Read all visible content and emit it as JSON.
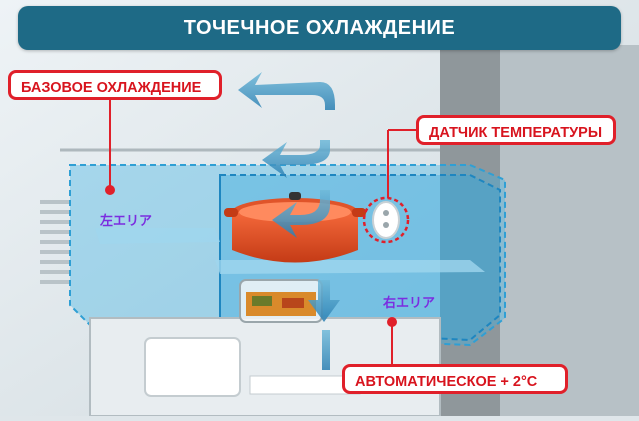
{
  "title": "ТОЧЕЧНОЕ ОХЛАЖДЕНИЕ",
  "labels": {
    "basic_cooling": "БАЗОВОЕ ОХЛАЖДЕНИЕ",
    "temp_sensor": "ДАТЧИК ТЕМПЕРАТУРЫ",
    "auto_temp": "АВТОМАТИЧЕСКОЕ + 2°C"
  },
  "zones": {
    "left": "左エリア",
    "right": "右エリア"
  },
  "colors": {
    "title_bg": "#1e6a86",
    "label_border": "#e0202a",
    "zone_text": "#7b2de0",
    "cooling_zone": "#3cb4e6"
  }
}
